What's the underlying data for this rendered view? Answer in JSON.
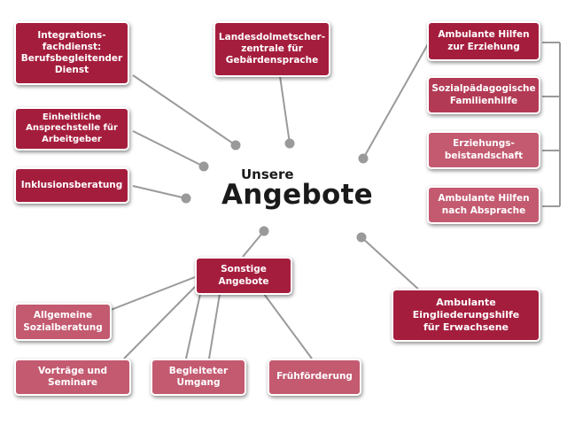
{
  "center": {
    "line1": "Unsere",
    "line2": "Angebote"
  },
  "colors": {
    "dark": "#a51d3d",
    "mid": "#b33a55",
    "light": "#c35a70",
    "connector": "#9a9a9a"
  },
  "offerings": {
    "integrationsfachdienst": [
      "Integrations-",
      "fachdienst:",
      "Berufsbegleitender",
      "Dienst"
    ],
    "ansprechstelle": [
      "Einheitliche",
      "Ansprechstelle für",
      "Arbeitgeber"
    ],
    "inklusionsberatung": [
      "Inklusionsberatung"
    ],
    "landesdolmetscher": [
      "Landesdolmetscher-",
      "zentrale für",
      "Gebärdensprache"
    ],
    "ambulante_hilfen_erziehung": [
      "Ambulante Hilfen",
      "zur Erziehung"
    ],
    "familienhilfe": [
      "Sozialpädagogische",
      "Familienhilfe"
    ],
    "erziehungsbeistand": [
      "Erziehungs-",
      "beistandschaft"
    ],
    "hilfen_absprache": [
      "Ambulante Hilfen",
      "nach Absprache"
    ],
    "eingliederungshilfe": [
      "Ambulante",
      "Eingliederungshilfe",
      "für Erwachsene"
    ],
    "sonstige": [
      "Sonstige",
      "Angebote"
    ],
    "sozialberatung": [
      "Allgemeine",
      "Sozialberatung"
    ],
    "vortraege": [
      "Vorträge und",
      "Seminare"
    ],
    "begleiteter_umgang": [
      "Begleiteter",
      "Umgang"
    ],
    "fruehfoerderung": [
      "Frühförderung"
    ]
  }
}
